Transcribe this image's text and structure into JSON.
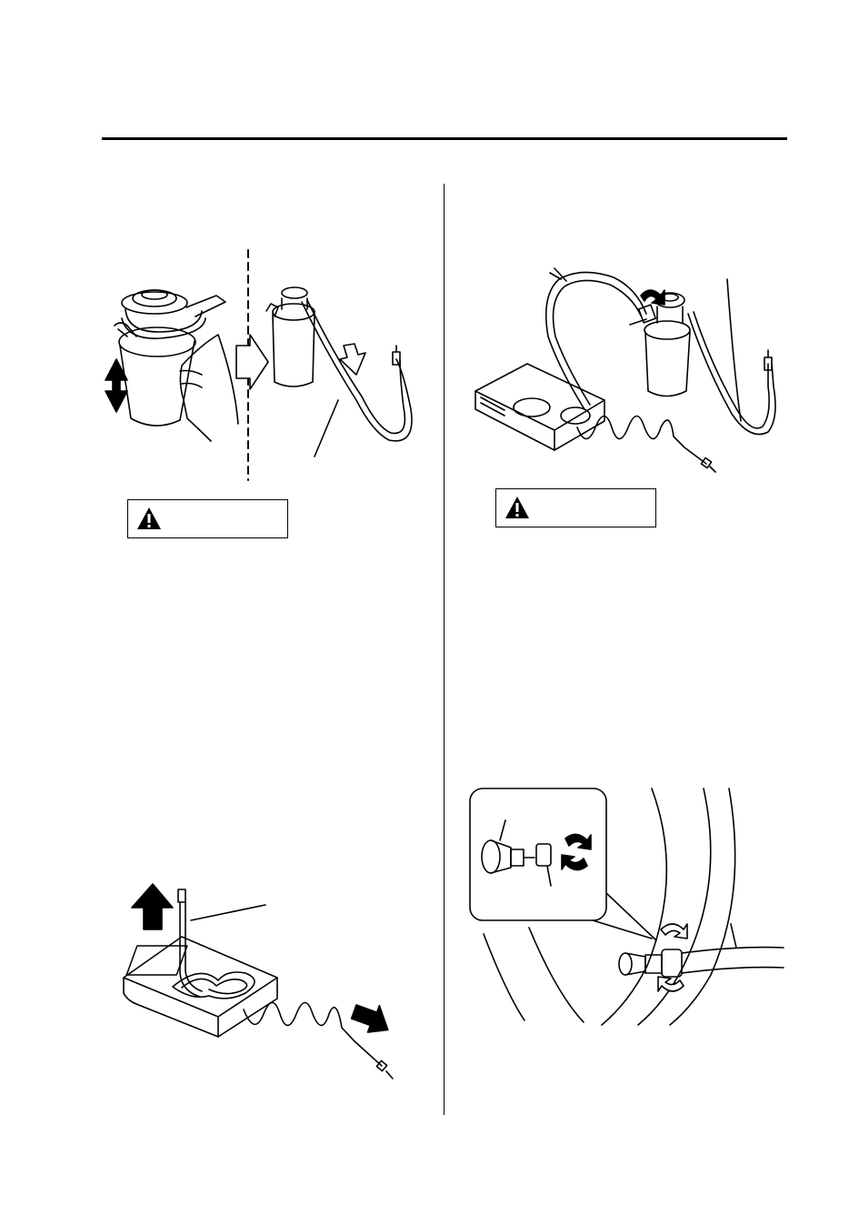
{
  "page": {
    "warnings": [
      {
        "icon": "warning-triangle-icon",
        "label": ""
      },
      {
        "icon": "warning-triangle-icon",
        "label": ""
      }
    ]
  },
  "figures": [
    {
      "name": "sealant-bottle-shake-illustration"
    },
    {
      "name": "compressor-bottle-connection-illustration"
    },
    {
      "name": "compressor-hose-removal-illustration"
    },
    {
      "name": "tire-valve-connection-illustration"
    }
  ]
}
